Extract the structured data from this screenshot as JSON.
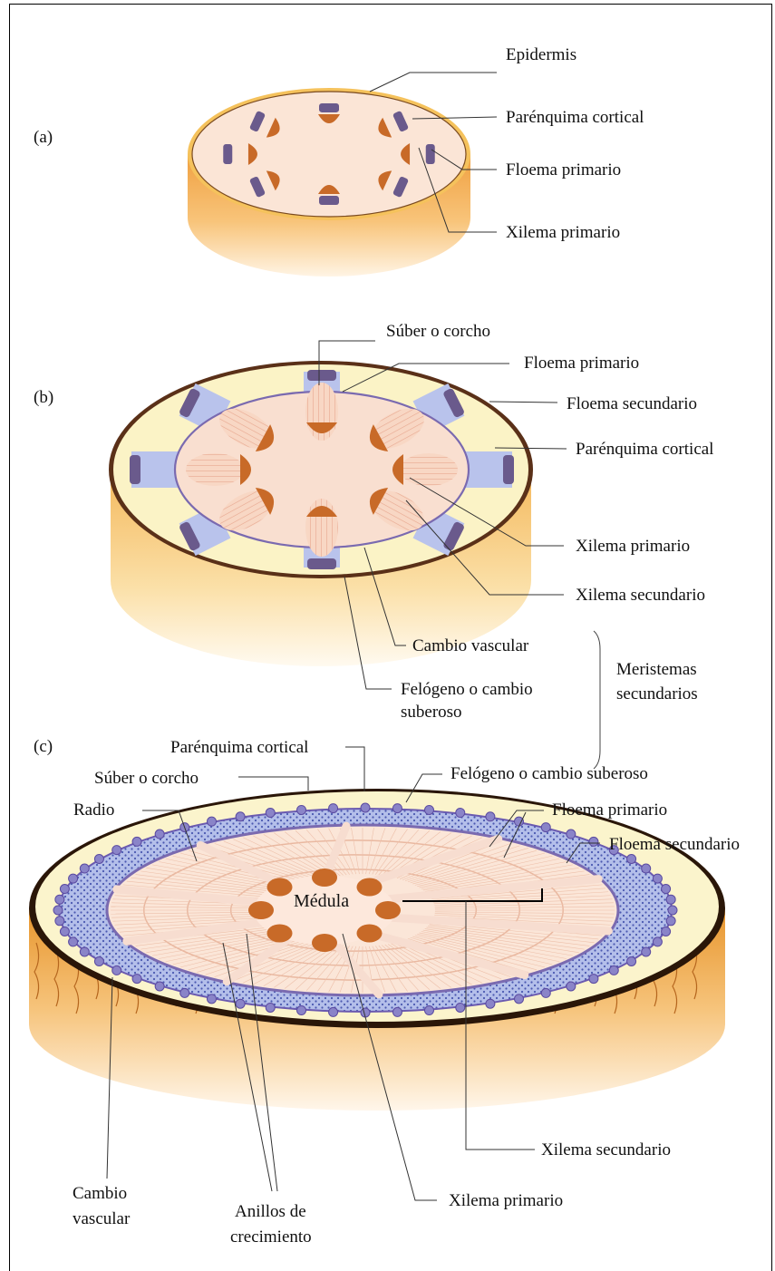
{
  "panels": {
    "a": {
      "tag": "(a)",
      "labels": {
        "epidermis": "Epidermis",
        "cortical": "Parénquima cortical",
        "floema_primario": "Floema primario",
        "xilema_primario": "Xilema primario"
      }
    },
    "b": {
      "tag": "(b)",
      "labels": {
        "suber": "Súber o corcho",
        "floema_primario": "Floema primario",
        "floema_secundario": "Floema secundario",
        "cortical": "Parénquima cortical",
        "xilema_primario": "Xilema primario",
        "xilema_secundario": "Xilema secundario",
        "cambio_vascular": "Cambio vascular",
        "felogeno_1": "Felógeno o cambio",
        "felogeno_2": "suberoso",
        "meristemas_1": "Meristemas",
        "meristemas_2": "secundarios"
      }
    },
    "c": {
      "tag": "(c)",
      "labels": {
        "cortical": "Parénquima cortical",
        "suber": "Súber o corcho",
        "felogeno": "Felógeno o cambio suberoso",
        "radio": "Radio",
        "floema_primario": "Floema primario",
        "floema_secundario": "Floema secundario",
        "medula": "Médula",
        "xilema_secundario": "Xilema secundario",
        "cambio_1": "Cambio",
        "cambio_2": "vascular",
        "anillos_1": "Anillos de",
        "anillos_2": "crecimiento",
        "xilema_primario": "Xilema primario"
      }
    }
  },
  "colors": {
    "side": "#f4b25a",
    "top_a": "#fbe3d2",
    "cortex": "#fbf4c8",
    "pith": "#f8dccc",
    "xylem": "#c86a28",
    "phloem_band": "#6a5a8c",
    "cambium_line": "#7a6ab0",
    "secondary_phloem": "#b9c3ec",
    "bark": "#4a2a10"
  }
}
